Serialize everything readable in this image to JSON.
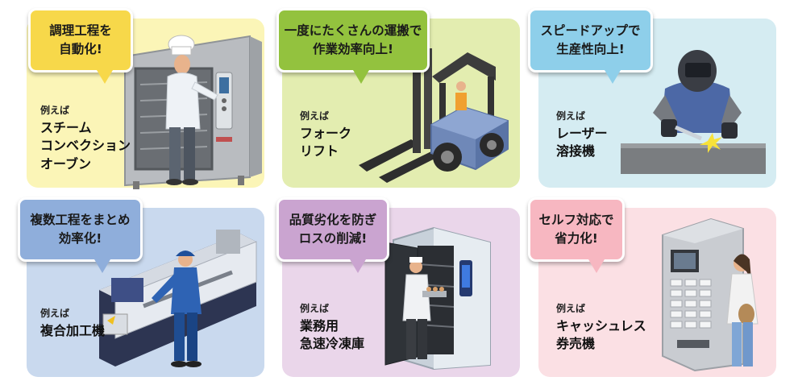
{
  "panels": [
    {
      "bubble": [
        "調理工程を",
        "自動化!"
      ],
      "example_prefix": "例えば",
      "example": [
        "スチーム",
        "コンベクション",
        "オーブン"
      ],
      "card_color": "#fbf5b7",
      "bubble_color": "#f7d84a",
      "illustration": "steam-convection-oven"
    },
    {
      "bubble": [
        "一度にたくさんの運搬で",
        "作業効率向上!"
      ],
      "example_prefix": "例えば",
      "example": [
        "フォーク",
        "リフト"
      ],
      "card_color": "#e3edb0",
      "bubble_color": "#93c23e",
      "illustration": "forklift"
    },
    {
      "bubble": [
        "スピードアップで",
        "生産性向上!"
      ],
      "example_prefix": "例えば",
      "example": [
        "レーザー",
        "溶接機"
      ],
      "card_color": "#d5ecf2",
      "bubble_color": "#8ecfea",
      "illustration": "laser-welder"
    },
    {
      "bubble": [
        "複数工程をまとめ",
        "効率化!"
      ],
      "example_prefix": "例えば",
      "example": [
        "複合加工機"
      ],
      "card_color": "#c9d9ee",
      "bubble_color": "#8faedb",
      "illustration": "multitasking-machine"
    },
    {
      "bubble": [
        "品質劣化を防ぎ",
        "ロスの削減!"
      ],
      "example_prefix": "例えば",
      "example": [
        "業務用",
        "急速冷凍庫"
      ],
      "card_color": "#ead6ea",
      "bubble_color": "#caa4d0",
      "illustration": "blast-freezer"
    },
    {
      "bubble": [
        "セルフ対応で",
        "省力化!"
      ],
      "example_prefix": "例えば",
      "example": [
        "キャッシュレス",
        "券売機"
      ],
      "card_color": "#fbe0e4",
      "bubble_color": "#f7b7c1",
      "illustration": "cashless-ticket-machine"
    }
  ]
}
